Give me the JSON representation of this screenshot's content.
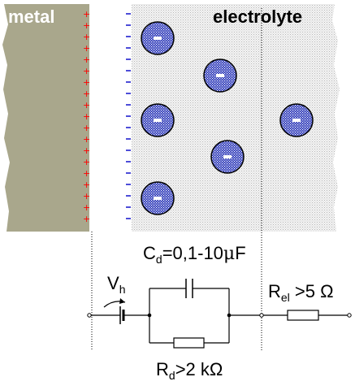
{
  "labels": {
    "metal": "metal",
    "electrolyte": "electrolyte",
    "capacitance_main": "C",
    "capacitance_sub": "d",
    "capacitance_value": "=0,1-10",
    "capacitance_unit_mu": "μ",
    "capacitance_unit": "F",
    "half_cell_main": "V",
    "half_cell_sub": "h",
    "resistance_el_main": "R",
    "resistance_el_sub": "el",
    "resistance_el_value": " >5 Ω",
    "resistance_d_main": "R",
    "resistance_d_sub": "d",
    "resistance_d_value": ">2 kΩ"
  },
  "symbols": {
    "positive_charge": "+",
    "negative_charge": "−",
    "ion_sign": "-"
  },
  "colors": {
    "metal": "#a9a78c",
    "electrolyte": "#e6e6e6",
    "ion_fill": "#2a36b8",
    "positive": "#ff0000",
    "negative": "#0000c8"
  }
}
